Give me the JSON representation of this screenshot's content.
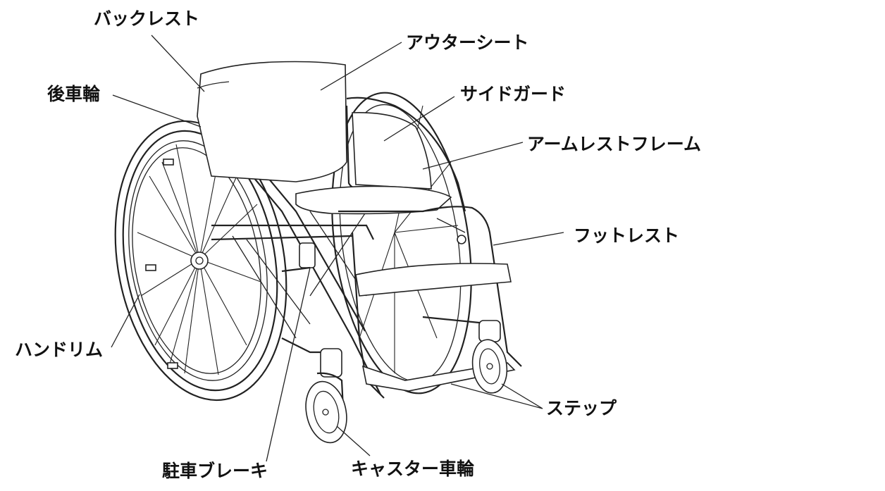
{
  "labels": {
    "backrest": "バックレスト",
    "outer_seat": "アウターシート",
    "rear_wheel": "後車輪",
    "side_guard": "サイドガード",
    "armrest_frame": "アームレストフレーム",
    "footrest": "フットレスト",
    "hand_rim": "ハンドリム",
    "step": "ステップ",
    "parking_brake": "駐車ブレーキ",
    "caster_wheel": "キャスター車輪"
  },
  "colors": {
    "line": "#222222",
    "background": "#ffffff",
    "text": "#111111"
  }
}
